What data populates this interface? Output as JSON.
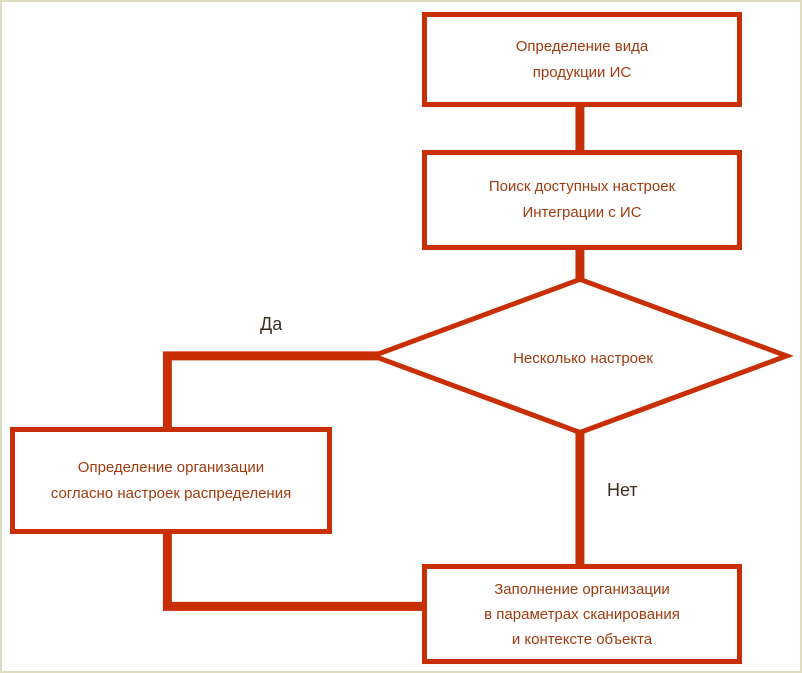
{
  "colors": {
    "accent": "#c92f04",
    "node_text": "#a03c10",
    "edge_label": "#3b2f23",
    "frame": "#dedcc0",
    "background": "#ffffff"
  },
  "flowchart": {
    "nodes": {
      "define_product": {
        "lines": [
          "Определение вида",
          "продукции ИС"
        ]
      },
      "search_settings": {
        "lines": [
          "Поиск доступных настроек",
          "Интеграции с ИС"
        ]
      },
      "decision": {
        "label": "Несколько настроек"
      },
      "define_org": {
        "lines": [
          "Определение организации",
          "согласно настроек распределения"
        ]
      },
      "fill_org": {
        "lines": [
          "Заполнение организации",
          "в параметрах сканирования",
          "и контексте объекта"
        ]
      }
    },
    "edge_labels": {
      "yes": "Да",
      "no": "Нет"
    }
  }
}
